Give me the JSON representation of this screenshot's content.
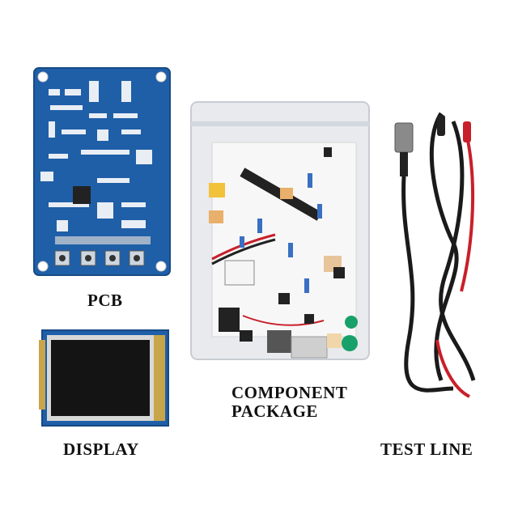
{
  "labels": {
    "pcb": "PCB",
    "display": "DISPLAY",
    "component_line1": "COMPONENT",
    "component_line2": "PACKAGE",
    "test_line": "TEST LINE"
  },
  "colors": {
    "pcb_blue": "#1f5fa8",
    "bag": "#e8eaee",
    "cable_black": "#1a1a1a",
    "cable_red": "#c8202a",
    "text": "#111111"
  }
}
